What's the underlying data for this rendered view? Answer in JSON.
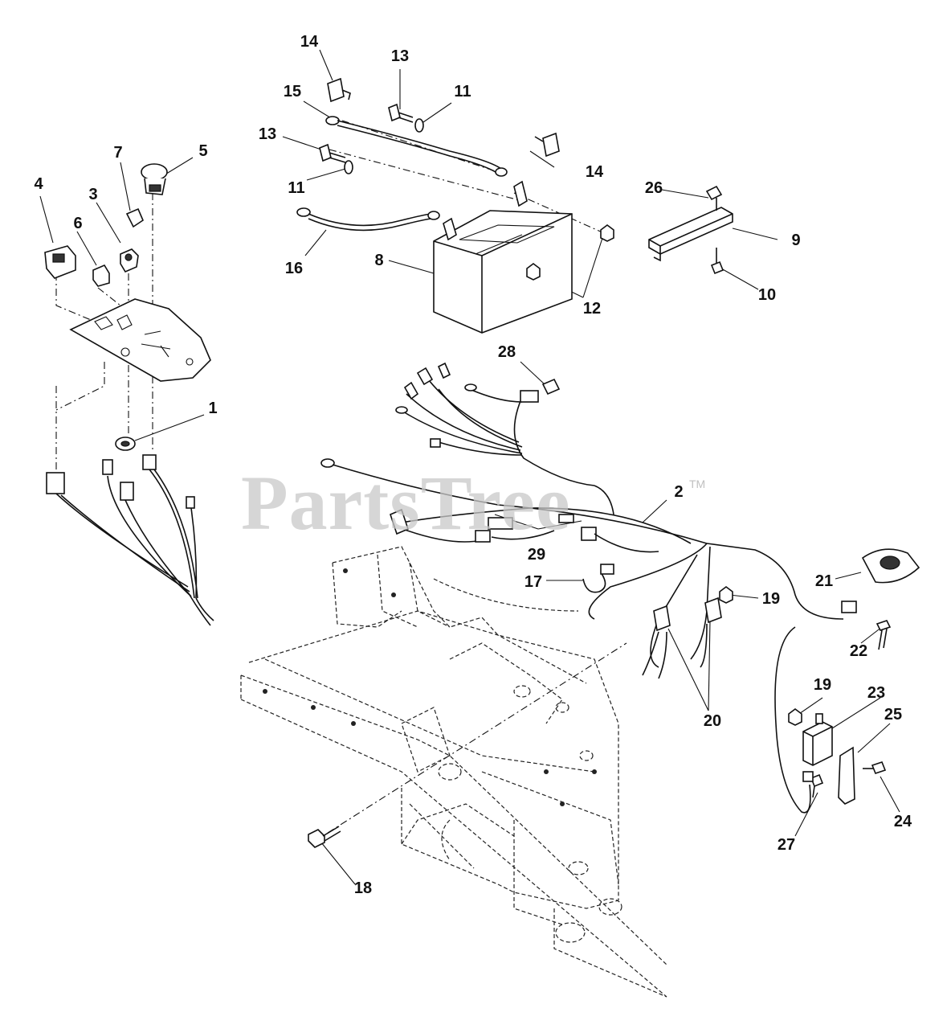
{
  "watermark": {
    "text": "PartsTree",
    "trademark": "TM"
  },
  "callouts": [
    {
      "id": "c1",
      "text": "1"
    },
    {
      "id": "c2",
      "text": "2"
    },
    {
      "id": "c3",
      "text": "3"
    },
    {
      "id": "c4",
      "text": "4"
    },
    {
      "id": "c5",
      "text": "5"
    },
    {
      "id": "c6",
      "text": "6"
    },
    {
      "id": "c7",
      "text": "7"
    },
    {
      "id": "c8",
      "text": "8"
    },
    {
      "id": "c9",
      "text": "9"
    },
    {
      "id": "c10",
      "text": "10"
    },
    {
      "id": "c11a",
      "text": "11"
    },
    {
      "id": "c11b",
      "text": "11"
    },
    {
      "id": "c12",
      "text": "12"
    },
    {
      "id": "c13a",
      "text": "13"
    },
    {
      "id": "c13b",
      "text": "13"
    },
    {
      "id": "c14a",
      "text": "14"
    },
    {
      "id": "c14b",
      "text": "14"
    },
    {
      "id": "c15",
      "text": "15"
    },
    {
      "id": "c16",
      "text": "16"
    },
    {
      "id": "c17",
      "text": "17"
    },
    {
      "id": "c18",
      "text": "18"
    },
    {
      "id": "c19a",
      "text": "19"
    },
    {
      "id": "c19b",
      "text": "19"
    },
    {
      "id": "c20",
      "text": "20"
    },
    {
      "id": "c21",
      "text": "21"
    },
    {
      "id": "c22",
      "text": "22"
    },
    {
      "id": "c23",
      "text": "23"
    },
    {
      "id": "c24",
      "text": "24"
    },
    {
      "id": "c25",
      "text": "25"
    },
    {
      "id": "c26",
      "text": "26"
    },
    {
      "id": "c27",
      "text": "27"
    },
    {
      "id": "c28",
      "text": "28"
    },
    {
      "id": "c29",
      "text": "29"
    }
  ]
}
